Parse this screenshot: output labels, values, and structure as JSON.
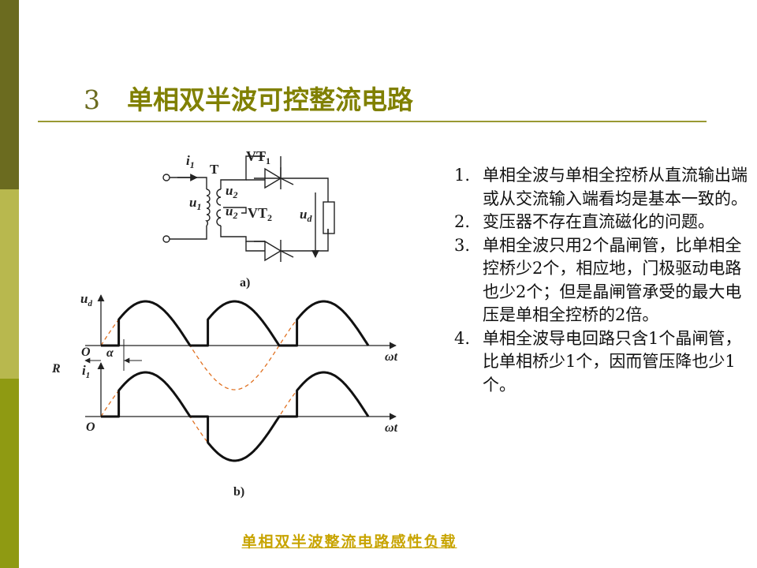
{
  "slide": {
    "number": "3",
    "title": "单相双半波可控整流电路"
  },
  "circuit": {
    "i1": "i",
    "i1_sub": "1",
    "transformer": "T",
    "u1": "u",
    "u1_sub": "1",
    "u2_top": "u",
    "u2_top_sub": "2",
    "u2_bottom": "u",
    "u2_bottom_sub": "2",
    "vt1": "VT",
    "vt1_sub": "1",
    "vt2": "VT",
    "vt2_sub": "2",
    "ud": "u",
    "ud_sub": "d",
    "caption": "a)"
  },
  "waveform": {
    "ud_label": "u",
    "ud_sub": "d",
    "i1_label": "i",
    "i1_sub": "1",
    "origin_top": "O",
    "origin_bottom": "O",
    "alpha": "α",
    "r_label": "R",
    "omega_t_top": "ωt",
    "omega_t_bottom": "ωt",
    "caption": "b)",
    "alpha_fraction_of_pi": 0.2
  },
  "points": [
    {
      "num": "1.",
      "text": "单相全波与单相全控桥从直流输出端或从交流输入端看均是基本一致的。"
    },
    {
      "num": "2.",
      "text": " 变压器不存在直流磁化的问题。"
    },
    {
      "num": "3.",
      "text": "单相全波只用2个晶闸管，比单相全控桥少2个，相应地，门极驱动电路也少2个；但是晶闸管承受的最大电压是单相全控桥的2倍。"
    },
    {
      "num": "4.",
      "text": "单相全波导电回路只含1个晶闸管，比单相桥少1个，因而管压降也少1个。"
    }
  ],
  "footer": {
    "link": "单相双半波整流电路感性负载"
  },
  "colors": {
    "sidebar_dark": "#6b6b1f",
    "sidebar_mid": "#b8b84e",
    "sidebar_light": "#8f9a12",
    "title": "#808000",
    "rule": "#999933",
    "supply_dashed": "#e07020",
    "footer_link": "#c8a400"
  }
}
